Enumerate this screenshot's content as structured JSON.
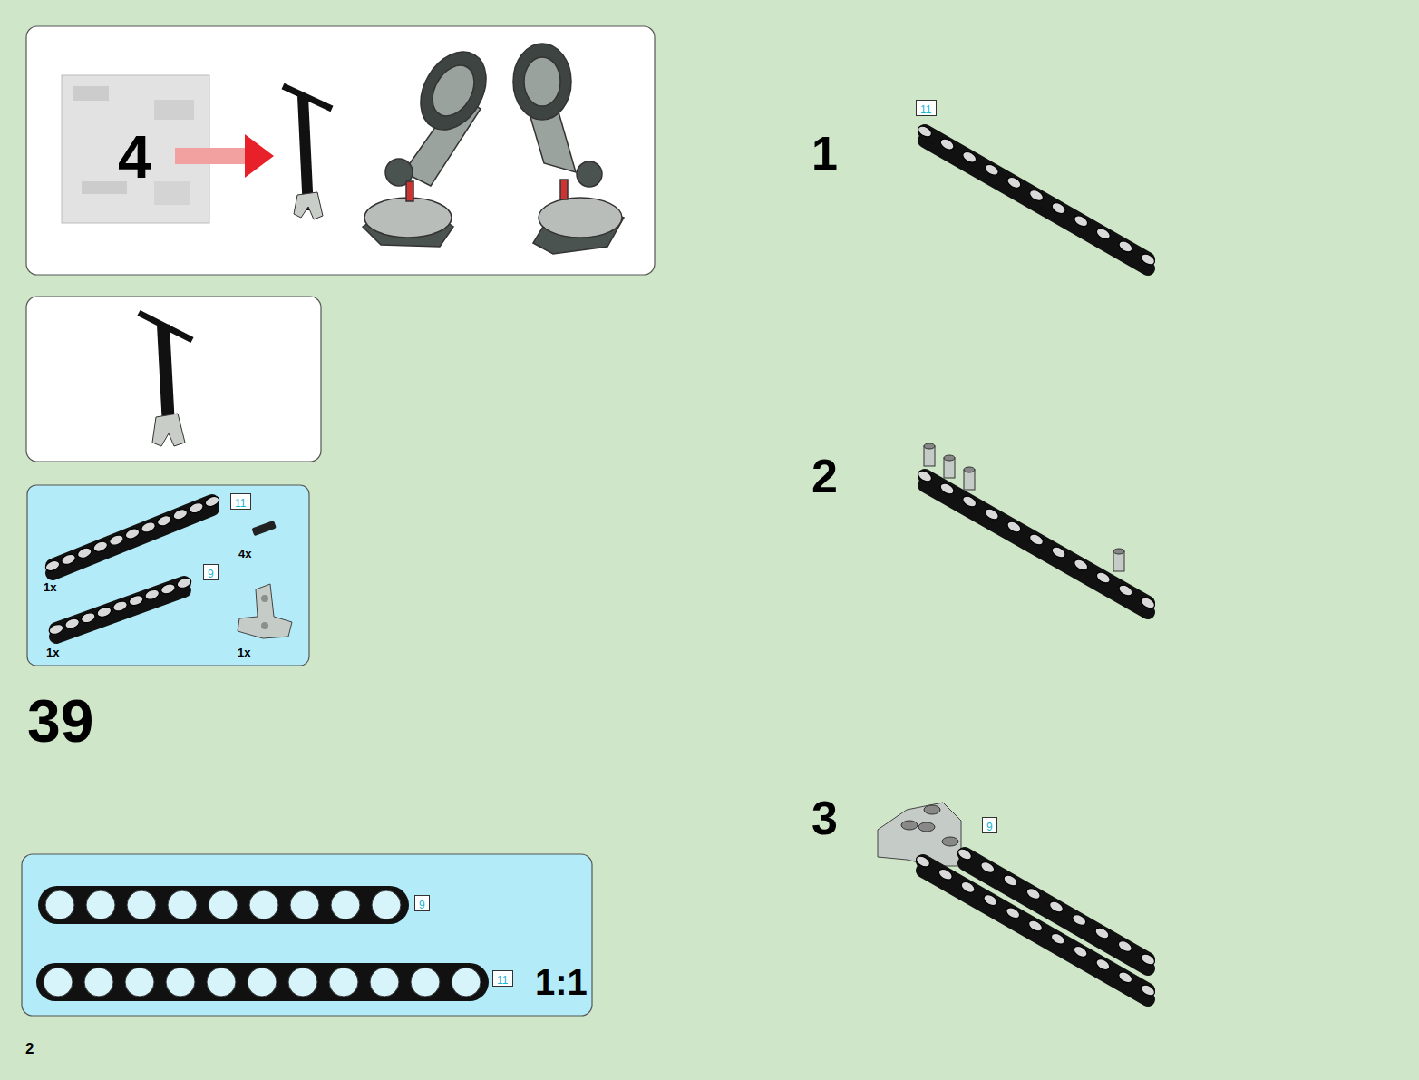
{
  "diagram": {
    "nodes": [
      {
        "text": [
          "4"
        ]
      },
      {
        "text": [
          "4x",
          "1x",
          "1x",
          "1x"
        ]
      },
      {
        "text": [
          "11"
        ],
        "in": 1
      },
      {
        "text": [
          "9"
        ],
        "in": 1
      },
      {
        "text": [
          "1:1"
        ]
      },
      {
        "text": [
          "9"
        ],
        "in": 4
      },
      {
        "text": [
          "11"
        ],
        "in": 4
      },
      {
        "text": [
          "11"
        ]
      },
      {
        "text": [
          "9"
        ]
      }
    ],
    "labels": [
      "39",
      "1",
      "2",
      "3",
      "2"
    ]
  }
}
